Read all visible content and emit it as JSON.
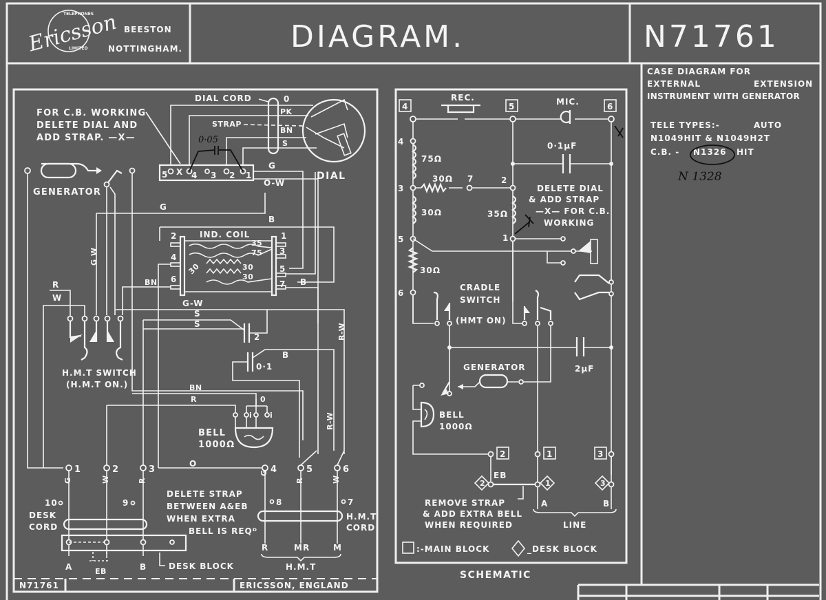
{
  "title_block": {
    "company_logo": "Ericsson",
    "logo_ring_top": "TELEPHONES",
    "logo_ring_bottom": "LIMITED",
    "location_line1": "BEESTON",
    "location_line2": "NOTTINGHAM.",
    "title": "DIAGRAM.",
    "drawing_number": "N71761"
  },
  "description": {
    "line1": "CASE DIAGRAM FOR",
    "line2a": "EXTERNAL",
    "line2b": "EXTENSION",
    "line3": "INSTRUMENT WITH GENERATOR",
    "types_label": "TELE TYPES:-",
    "types_auto": "AUTO",
    "types_line2": "N1049HIT & N1049H2T",
    "cb_label": "C.B. -",
    "cb_type": "N1326",
    "cb_suffix": "HIT",
    "handwritten_correction": "N 1328"
  },
  "wiring_diagram": {
    "cb_note": [
      "FOR C.B. WORKING",
      "DELETE DIAL AND",
      "ADD STRAP. —X—"
    ],
    "dial_cord": "DIAL CORD",
    "strap": "STRAP",
    "dial": "DIAL",
    "dial_wires": [
      "0",
      "PK",
      "BN",
      "S"
    ],
    "handwritten_cap": "0·05",
    "terminal_strip": [
      "5",
      "X",
      "4",
      "3",
      "2",
      "1"
    ],
    "wire_G": "G",
    "wire_OW": "O-W",
    "generator": "GENERATOR",
    "ind_coil": "IND. COIL",
    "coil_left_pins": [
      "2",
      "4",
      "6"
    ],
    "coil_right_pins": [
      "1",
      "3",
      "5",
      "7"
    ],
    "coil_windings": [
      "35",
      "75",
      "30",
      "30",
      "30"
    ],
    "wire_B": "B",
    "wire_BN": "BN",
    "wire_GW": "G-W",
    "wire_GW_vert": "G W",
    "wire_R": "R",
    "wire_W": "W",
    "wire_S": "S",
    "wire_RW": "R-W",
    "wire_O": "O",
    "cap_2": "2",
    "cap_01": "0·1",
    "hmt_switch": [
      "H.M.T SWITCH",
      "(H.M.T ON.)"
    ],
    "bell": [
      "BELL",
      "1000Ω"
    ],
    "bell_terminals": [
      "0",
      "i",
      "i"
    ],
    "main_terminals": [
      "1",
      "2",
      "3",
      "4",
      "5",
      "6"
    ],
    "terminal_colors": [
      "G",
      "W",
      "R",
      "G",
      "R",
      "W"
    ],
    "spare_terminals": [
      "10",
      "9",
      "8",
      "7"
    ],
    "desk_cord": [
      "DESK",
      "CORD"
    ],
    "strap_note": [
      "DELETE STRAP",
      "BETWEEN A&EB",
      "WHEN EXTRA",
      "BELL IS REQᴰ"
    ],
    "hmt_cord": [
      "H.M.T",
      "CORD"
    ],
    "desk_block_terms": [
      "A",
      "EB",
      "B"
    ],
    "desk_block": "DESK BLOCK",
    "hmt_terms": [
      "R",
      "MR",
      "M"
    ],
    "hmt": "H.M.T",
    "footer_number": "N71761",
    "footer_maker": "ERICSSON, ENGLAND"
  },
  "schematic": {
    "title": "SCHEMATIC",
    "main_blocks_top": [
      "4",
      "5",
      "6"
    ],
    "rec": "REC.",
    "mic": "MIC.",
    "cap_01": "0·1µF",
    "nodes_left": [
      "4",
      "3",
      "5",
      "6"
    ],
    "coils": [
      "75Ω",
      "30Ω",
      "30Ω",
      "35Ω"
    ],
    "res_node": "7",
    "node_2": "2",
    "node_1": "1",
    "cb_note": [
      "DELETE DIAL",
      "& ADD STRAP",
      "—X— FOR C.B.",
      "WORKING"
    ],
    "cradle_switch": [
      "CRADLE",
      "SWITCH",
      "(HMT ON)"
    ],
    "generator": "GENERATOR",
    "cap_2uf": "2µF",
    "bell": [
      "BELL",
      "1000Ω"
    ],
    "main_blocks_bottom": [
      "2",
      "1",
      "3"
    ],
    "desk_blocks": [
      "2",
      "1",
      "3"
    ],
    "eb": "EB",
    "line_a": "A",
    "line_b": "B",
    "line": "LINE",
    "remove_note": [
      "REMOVE STRAP",
      "& ADD EXTRA BELL",
      "WHEN REQUIRED"
    ],
    "legend_main": ":-MAIN BLOCK",
    "legend_desk": "_DESK BLOCK"
  }
}
